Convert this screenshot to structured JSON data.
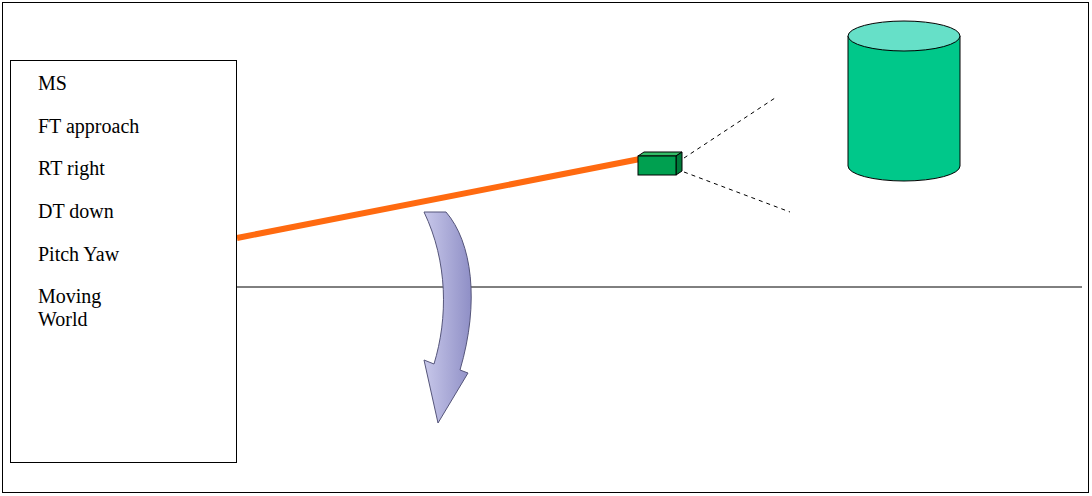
{
  "diagram": {
    "nodes": [
      {
        "text": [
          "MS",
          "FT approach",
          "RT right",
          "DT down",
          "Pitch Yaw",
          "Moving World"
        ]
      }
    ]
  }
}
